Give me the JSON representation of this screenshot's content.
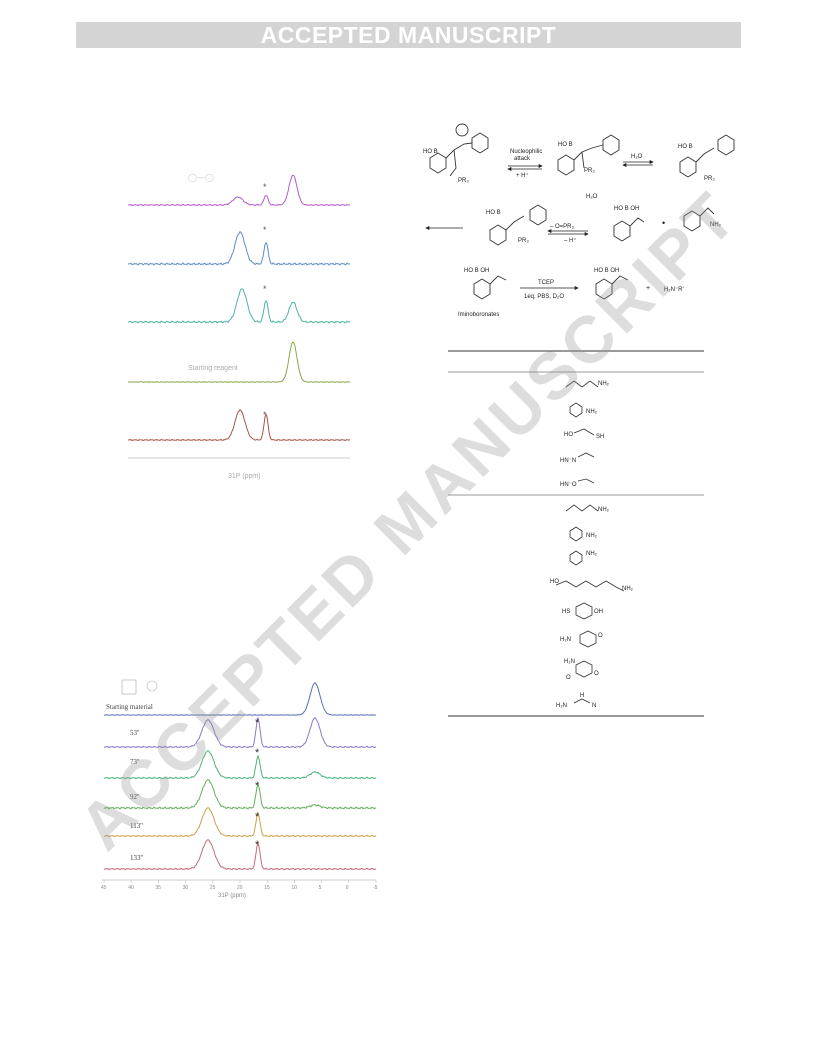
{
  "banner": "ACCEPTED MANUSCRIPT",
  "watermark": "ACCEPTED MANUSCRIPT",
  "fig1": {
    "axis_label": "31P (ppm)",
    "start_label": "Starting reagent",
    "peak_mark": "*",
    "trace_colors": [
      "#b05cc8",
      "#5a8fc8",
      "#4fb3a6",
      "#8aa54a",
      "#a8524a"
    ]
  },
  "fig2": {
    "labels": [
      "Starting material",
      "53''",
      "73''",
      "92''",
      "113''",
      "133''"
    ],
    "axis_ticks": [
      "45",
      "40",
      "35",
      "30",
      "25",
      "20",
      "15",
      "10",
      "5",
      "0",
      "-5"
    ],
    "axis_label": "31P (ppm)",
    "peak_mark": "*",
    "trace_colors": [
      "#5b6fb0",
      "#8e78c6",
      "#4fb07a",
      "#62b05a",
      "#c9a24a",
      "#c46a7a"
    ]
  },
  "scheme": {
    "step1_label_line1": "Nucleophilic",
    "step1_label_line2": "attack",
    "step1_sub": "+ H⁺",
    "h2o": "H₂O",
    "h2o_b": "H₂O",
    "elim_top": "– O=PR₃",
    "elim_bottom": "– H⁺",
    "reagent_top": "TCEP",
    "reagent_bottom": "1eq. PBS, D₂O",
    "product_label": "Iminoboronates",
    "plus": "+",
    "amine": "H₂N⁻R'"
  },
  "table": {
    "rows_group1": [
      "NH₂",
      "NH₂",
      "SH",
      "HN⁻N",
      "HN⁻O"
    ],
    "rows_group2": [
      "NH₂",
      "NH₂",
      "NH₂",
      "NH₂",
      "OH",
      "O",
      "O",
      "N"
    ]
  }
}
